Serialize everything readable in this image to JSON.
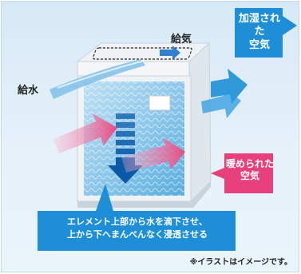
{
  "labels": {
    "humidified_air": "加湿された\n空気",
    "supply_air": "給気",
    "water_supply": "給水",
    "warmed_air": "暖められた\n空気",
    "description": "エレメント上部から水を滴下させ、\n上から下へまんべんなく浸透させる",
    "note": "※イラストはイメージです。"
  },
  "colors": {
    "blue_arrow": "#1e8fd6",
    "pink_arrow": "#e8407a",
    "dark_blue": "#0a5aa8",
    "white_arrow": "#3a7fc4"
  }
}
